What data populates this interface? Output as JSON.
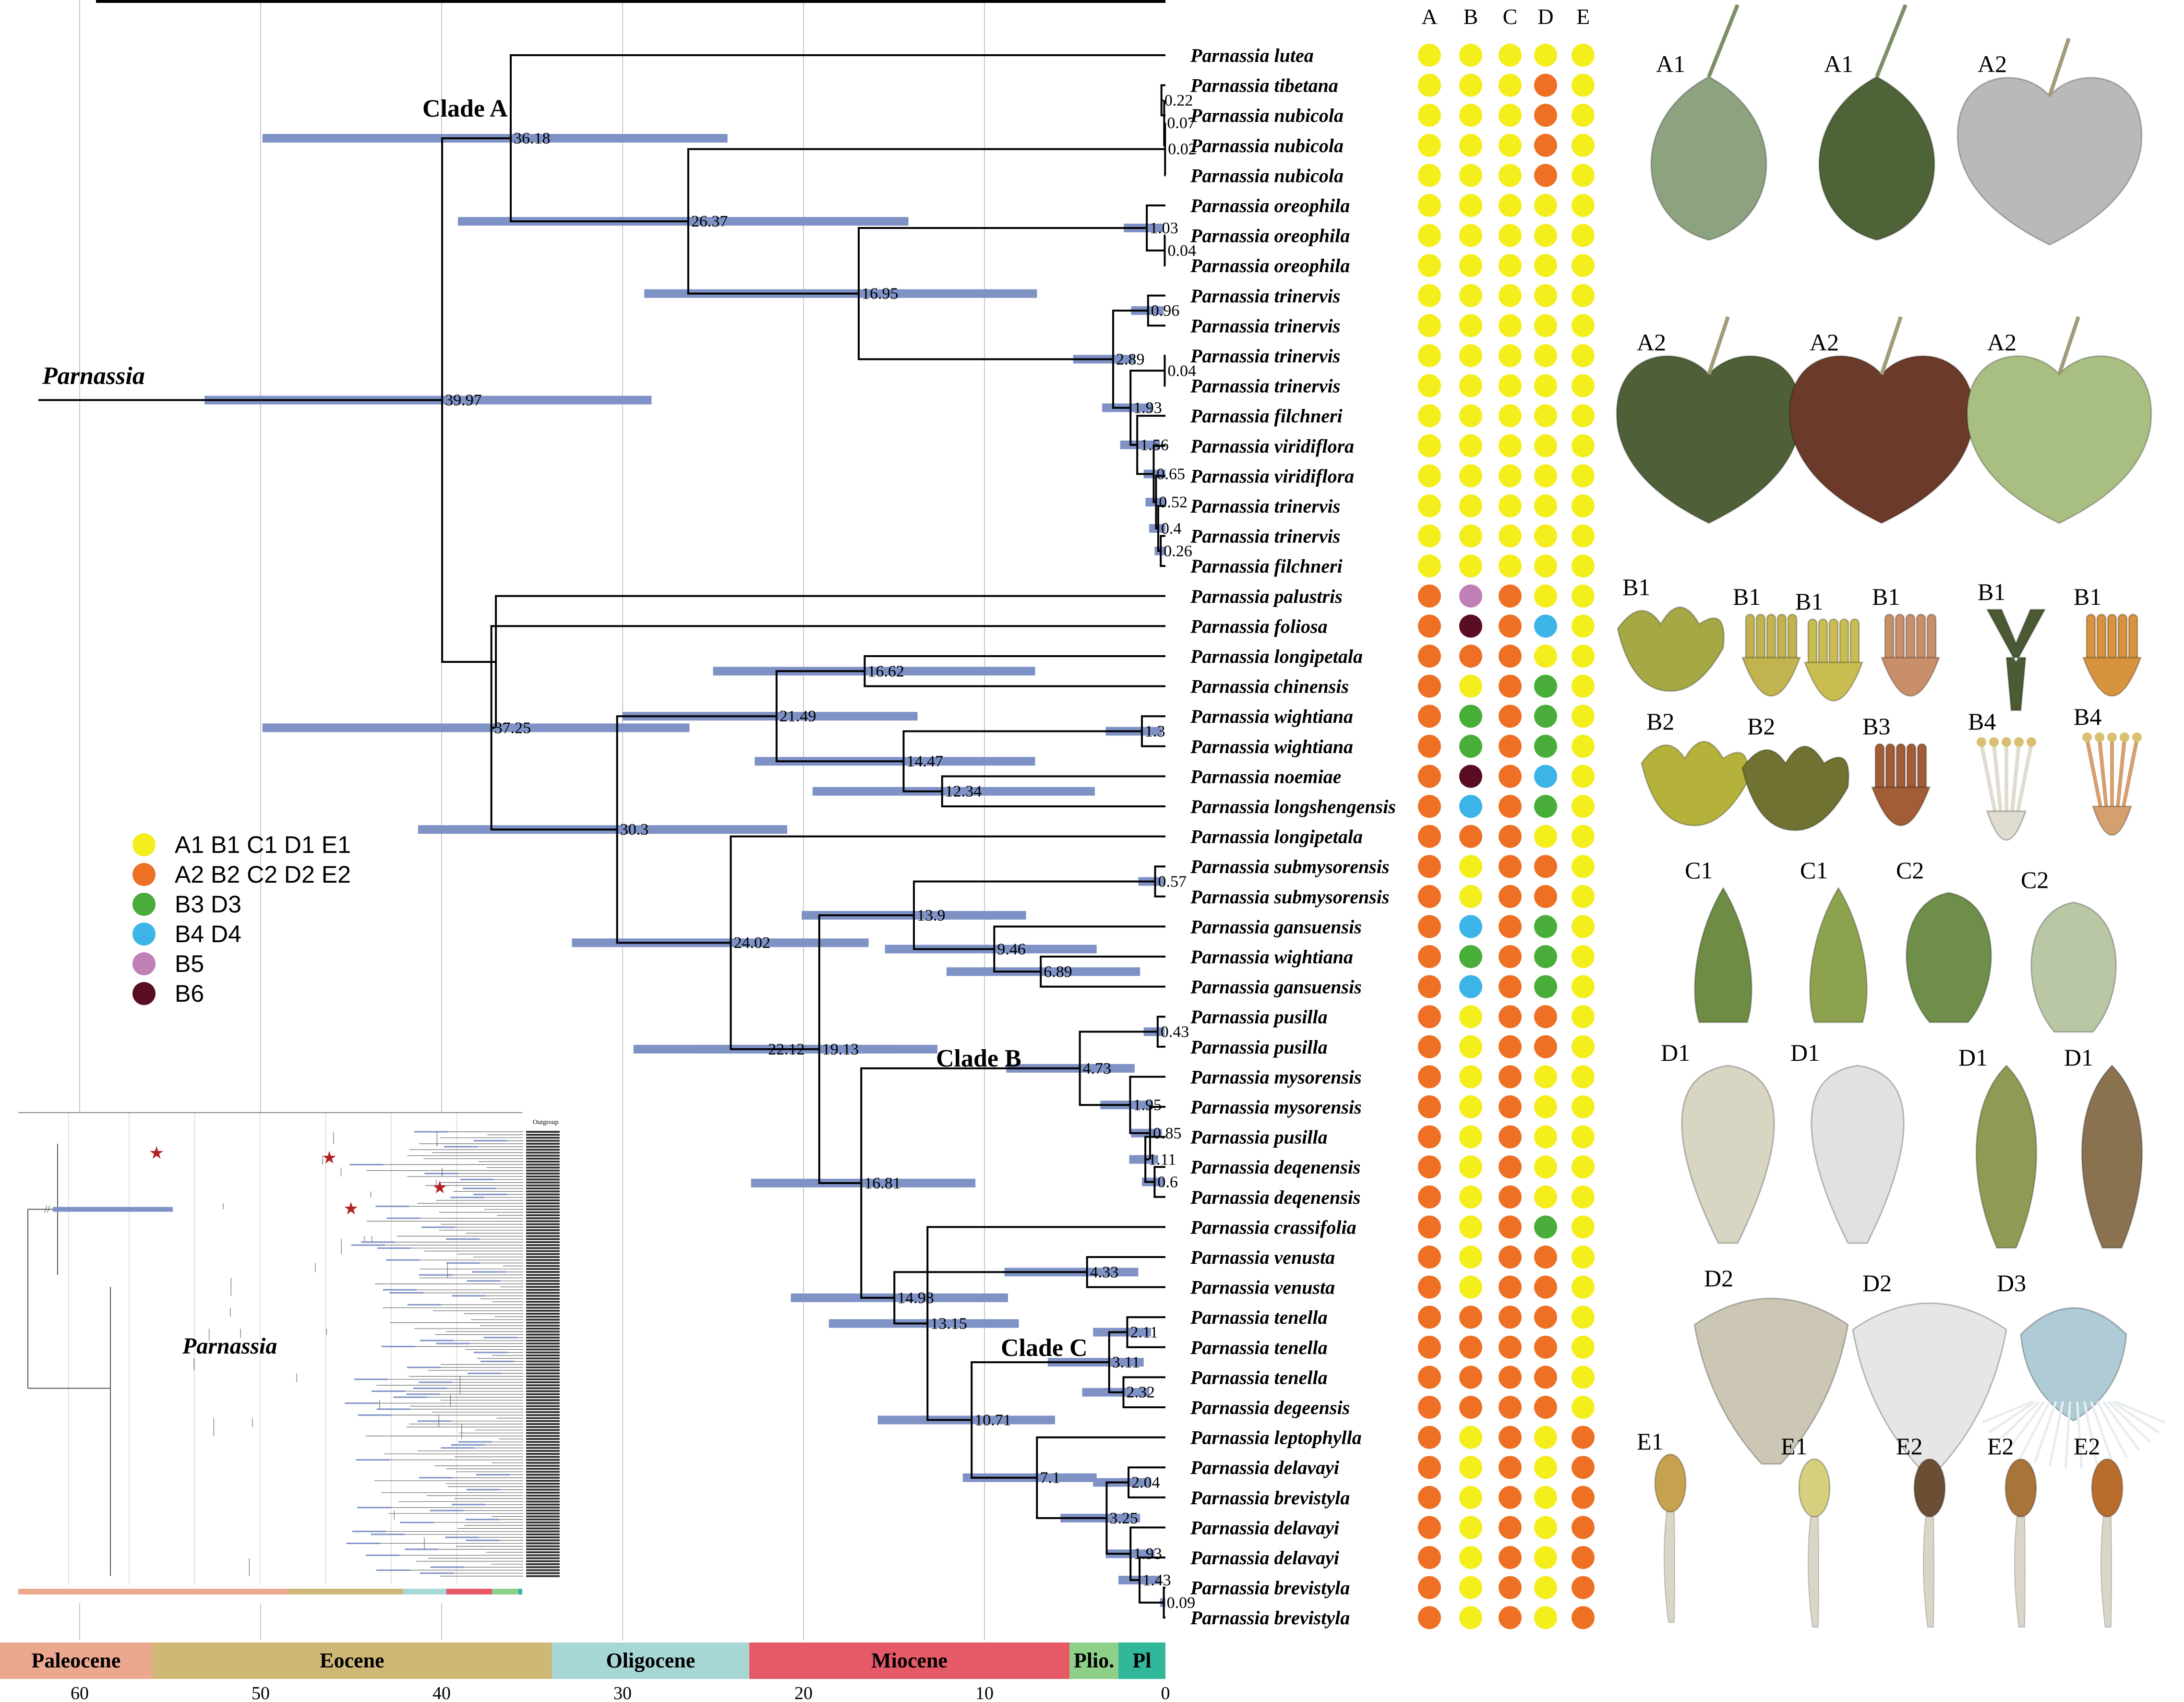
{
  "clade_labels": {
    "root": "Parnassia",
    "a": "Clade A",
    "b": "Clade B",
    "c": "Clade C"
  },
  "node_ages": {
    "root": "39.97",
    "a_root": "36.18",
    "n2637": "26.37",
    "n1695": "16.95",
    "n096": "0.96",
    "n289": "2.89",
    "n004b": "0.04",
    "n193a": "1.93",
    "n156": "1.56",
    "n065": "0.65",
    "n052": "0.52",
    "n04": "0.4",
    "n026": "0.26",
    "n103": "1.03",
    "n004a": "0.04",
    "n022": "0.22",
    "n007": "0.07",
    "n002": "0.02",
    "b_root": "37.25",
    "n303": "30.3",
    "n2149": "21.49",
    "n1662": "16.62",
    "n13": "1.3",
    "n1447": "14.47",
    "n1234": "12.34",
    "n2402": "24.02",
    "n2212": "22.12",
    "n139": "13.9",
    "n057": "0.57",
    "n946": "9.46",
    "n689": "6.89",
    "n1913": "19.13",
    "n473": "4.73",
    "n043": "0.43",
    "n195": "1.95",
    "n085": "0.85",
    "n111": "1.11",
    "n06": "0.6",
    "n1681": "16.81",
    "n1498": "14.98",
    "n433": "4.33",
    "n1315": "13.15",
    "n1071": "10.71",
    "n211": "2.11",
    "n311": "3.11",
    "n232": "2.32",
    "n71": "7.1",
    "n204": "2.04",
    "n325": "3.25",
    "n193b": "1.93",
    "n143": "1.43",
    "n009": "0.09"
  },
  "taxa": [
    "Parnassia lutea",
    "Parnassia tibetana",
    "Parnassia nubicola",
    "Parnassia nubicola",
    "Parnassia nubicola",
    "Parnassia oreophila",
    "Parnassia oreophila",
    "Parnassia oreophila",
    "Parnassia trinervis",
    "Parnassia trinervis",
    "Parnassia trinervis",
    "Parnassia trinervis",
    "Parnassia filchneri",
    "Parnassia viridiflora",
    "Parnassia viridiflora",
    "Parnassia trinervis",
    "Parnassia trinervis",
    "Parnassia filchneri",
    "Parnassia palustris",
    "Parnassia foliosa",
    "Parnassia longipetala",
    "Parnassia chinensis",
    "Parnassia wightiana",
    "Parnassia wightiana",
    "Parnassia noemiae",
    "Parnassia longshengensis",
    "Parnassia longipetala",
    "Parnassia submysorensis",
    "Parnassia submysorensis",
    "Parnassia gansuensis",
    "Parnassia wightiana",
    "Parnassia gansuensis",
    "Parnassia pusilla",
    "Parnassia pusilla",
    "Parnassia mysorensis",
    "Parnassia mysorensis",
    "Parnassia pusilla",
    "Parnassia deqenensis",
    "Parnassia deqenensis",
    "Parnassia crassifolia",
    "Parnassia venusta",
    "Parnassia venusta",
    "Parnassia tenella",
    "Parnassia tenella",
    "Parnassia tenella",
    "Parnassia degeensis",
    "Parnassia leptophylla",
    "Parnassia delavayi",
    "Parnassia brevistyla",
    "Parnassia delavayi",
    "Parnassia delavayi",
    "Parnassia brevistyla",
    "Parnassia brevistyla"
  ],
  "trait_columns": [
    "A",
    "B",
    "C",
    "D",
    "E"
  ],
  "trait_states": [
    [
      "y",
      "y",
      "y",
      "y",
      "y"
    ],
    [
      "y",
      "y",
      "y",
      "o",
      "y"
    ],
    [
      "y",
      "y",
      "y",
      "o",
      "y"
    ],
    [
      "y",
      "y",
      "y",
      "o",
      "y"
    ],
    [
      "y",
      "y",
      "y",
      "o",
      "y"
    ],
    [
      "y",
      "y",
      "y",
      "y",
      "y"
    ],
    [
      "y",
      "y",
      "y",
      "y",
      "y"
    ],
    [
      "y",
      "y",
      "y",
      "y",
      "y"
    ],
    [
      "y",
      "y",
      "y",
      "y",
      "y"
    ],
    [
      "y",
      "y",
      "y",
      "y",
      "y"
    ],
    [
      "y",
      "y",
      "y",
      "y",
      "y"
    ],
    [
      "y",
      "y",
      "y",
      "y",
      "y"
    ],
    [
      "y",
      "y",
      "y",
      "y",
      "y"
    ],
    [
      "y",
      "y",
      "y",
      "y",
      "y"
    ],
    [
      "y",
      "y",
      "y",
      "y",
      "y"
    ],
    [
      "y",
      "y",
      "y",
      "y",
      "y"
    ],
    [
      "y",
      "y",
      "y",
      "y",
      "y"
    ],
    [
      "y",
      "y",
      "y",
      "y",
      "y"
    ],
    [
      "o",
      "p",
      "o",
      "y",
      "y"
    ],
    [
      "o",
      "m",
      "o",
      "b",
      "y"
    ],
    [
      "o",
      "o",
      "o",
      "y",
      "y"
    ],
    [
      "o",
      "y",
      "o",
      "g",
      "y"
    ],
    [
      "o",
      "g",
      "o",
      "g",
      "y"
    ],
    [
      "o",
      "g",
      "o",
      "g",
      "y"
    ],
    [
      "o",
      "m",
      "o",
      "b",
      "y"
    ],
    [
      "o",
      "b",
      "o",
      "g",
      "y"
    ],
    [
      "o",
      "o",
      "o",
      "y",
      "y"
    ],
    [
      "o",
      "y",
      "o",
      "o",
      "y"
    ],
    [
      "o",
      "y",
      "o",
      "o",
      "y"
    ],
    [
      "o",
      "b",
      "o",
      "g",
      "y"
    ],
    [
      "o",
      "g",
      "o",
      "g",
      "y"
    ],
    [
      "o",
      "b",
      "o",
      "g",
      "y"
    ],
    [
      "o",
      "y",
      "o",
      "o",
      "y"
    ],
    [
      "o",
      "y",
      "o",
      "o",
      "y"
    ],
    [
      "o",
      "y",
      "o",
      "y",
      "y"
    ],
    [
      "o",
      "y",
      "o",
      "y",
      "y"
    ],
    [
      "o",
      "y",
      "o",
      "y",
      "y"
    ],
    [
      "o",
      "y",
      "o",
      "y",
      "y"
    ],
    [
      "o",
      "y",
      "o",
      "y",
      "y"
    ],
    [
      "o",
      "y",
      "o",
      "g",
      "y"
    ],
    [
      "o",
      "y",
      "o",
      "o",
      "y"
    ],
    [
      "o",
      "y",
      "o",
      "o",
      "y"
    ],
    [
      "o",
      "o",
      "o",
      "o",
      "y"
    ],
    [
      "o",
      "o",
      "o",
      "o",
      "y"
    ],
    [
      "o",
      "o",
      "o",
      "o",
      "y"
    ],
    [
      "o",
      "o",
      "o",
      "o",
      "y"
    ],
    [
      "o",
      "y",
      "o",
      "y",
      "o"
    ],
    [
      "o",
      "y",
      "o",
      "y",
      "o"
    ],
    [
      "o",
      "y",
      "o",
      "y",
      "o"
    ],
    [
      "o",
      "y",
      "o",
      "y",
      "o"
    ],
    [
      "o",
      "y",
      "o",
      "y",
      "o"
    ],
    [
      "o",
      "y",
      "o",
      "y",
      "o"
    ],
    [
      "o",
      "y",
      "o",
      "y",
      "o"
    ]
  ],
  "state_colors": {
    "y": "#f4ee1c",
    "o": "#ee7024",
    "g": "#49ad3a",
    "b": "#3db4e7",
    "p": "#c17fb8",
    "m": "#5a0d22"
  },
  "legend": [
    {
      "state": "y",
      "label": "A1 B1 C1 D1 E1"
    },
    {
      "state": "o",
      "label": "A2 B2 C2 D2 E2"
    },
    {
      "state": "g",
      "label": "B3 D3"
    },
    {
      "state": "b",
      "label": "B4 D4"
    },
    {
      "state": "p",
      "label": "B5"
    },
    {
      "state": "m",
      "label": "B6"
    }
  ],
  "timescale": {
    "epochs": [
      {
        "name": "Paleocene",
        "start": 66,
        "end": 56,
        "color": "#eca78f"
      },
      {
        "name": "Eocene",
        "start": 56,
        "end": 33.9,
        "color": "#cfb876"
      },
      {
        "name": "Oligocene",
        "start": 33.9,
        "end": 23,
        "color": "#a7d7d5"
      },
      {
        "name": "Miocene",
        "start": 23,
        "end": 5.3,
        "color": "#e65a68"
      },
      {
        "name": "Plio.",
        "start": 5.3,
        "end": 2.6,
        "color": "#8ed08a"
      },
      {
        "name": "Pl",
        "start": 2.6,
        "end": 0,
        "color": "#33b79b"
      }
    ],
    "ticks": [
      "60",
      "50",
      "40",
      "30",
      "20",
      "10",
      "0"
    ]
  },
  "photo_panels": [
    {
      "id": "A1a",
      "label": "A1",
      "kind": "leaf",
      "fill": "#8da27f"
    },
    {
      "id": "A1b",
      "label": "A1",
      "kind": "leaf",
      "fill": "#4f6338"
    },
    {
      "id": "A2a",
      "label": "A2",
      "kind": "heart",
      "fill": "#b9bab7"
    },
    {
      "id": "A2b",
      "label": "A2",
      "kind": "heart",
      "fill": "#4f6038"
    },
    {
      "id": "A2c",
      "label": "A2",
      "kind": "heart",
      "fill": "#6c3a2a"
    },
    {
      "id": "A2d",
      "label": "A2",
      "kind": "heart",
      "fill": "#a9bf82"
    },
    {
      "id": "B1a",
      "label": "B1",
      "kind": "staminode",
      "fill": "#a5a845"
    },
    {
      "id": "B1b",
      "label": "B1",
      "kind": "fingers",
      "fill": "#c1b44e"
    },
    {
      "id": "B1c",
      "label": "B1",
      "kind": "fingers",
      "fill": "#c9bd52"
    },
    {
      "id": "B1d",
      "label": "B1",
      "kind": "fingers",
      "fill": "#c98e6a"
    },
    {
      "id": "B1e",
      "label": "B1",
      "kind": "fork",
      "fill": "#4b5a34"
    },
    {
      "id": "B1f",
      "label": "B1",
      "kind": "fingers",
      "fill": "#d8933e"
    },
    {
      "id": "B2a",
      "label": "B2",
      "kind": "staminode",
      "fill": "#b5b23c"
    },
    {
      "id": "B2b",
      "label": "B2",
      "kind": "staminode",
      "fill": "#6f7230"
    },
    {
      "id": "B3",
      "label": "B3",
      "kind": "fingers",
      "fill": "#a25c36"
    },
    {
      "id": "B4a",
      "label": "B4",
      "kind": "stalks",
      "fill": "#e0dcd0"
    },
    {
      "id": "B4b",
      "label": "B4",
      "kind": "stalks",
      "fill": "#d4a070"
    },
    {
      "id": "C1a",
      "label": "C1",
      "kind": "sepal",
      "fill": "#6f8c45"
    },
    {
      "id": "C1b",
      "label": "C1",
      "kind": "sepal",
      "fill": "#8da24f"
    },
    {
      "id": "C2a",
      "label": "C2",
      "kind": "roundsepal",
      "fill": "#6e8e4a"
    },
    {
      "id": "C2b",
      "label": "C2",
      "kind": "roundsepal",
      "fill": "#bac7a5"
    },
    {
      "id": "D1a",
      "label": "D1",
      "kind": "petal",
      "fill": "#d8d6c2"
    },
    {
      "id": "D1b",
      "label": "D1",
      "kind": "petal",
      "fill": "#e1e0e2"
    },
    {
      "id": "D1c",
      "label": "D1",
      "kind": "slimpetal",
      "fill": "#8f9a54"
    },
    {
      "id": "D1d",
      "label": "D1",
      "kind": "slimpetal",
      "fill": "#8a7150"
    },
    {
      "id": "D2a",
      "label": "D2",
      "kind": "fanpetal",
      "fill": "#cbc7b4"
    },
    {
      "id": "D2b",
      "label": "D2",
      "kind": "fanpetal",
      "fill": "#e6e6e4"
    },
    {
      "id": "D3",
      "label": "D3",
      "kind": "fringed",
      "fill": "#aecbd6"
    },
    {
      "id": "E1a",
      "label": "E1",
      "kind": "stamen",
      "fill": "#c6a24e"
    },
    {
      "id": "E1b",
      "label": "E1",
      "kind": "stamen",
      "fill": "#d6cf7e"
    },
    {
      "id": "E2a",
      "label": "E2",
      "kind": "stamen",
      "fill": "#6a4f35"
    },
    {
      "id": "E2b",
      "label": "E2",
      "kind": "stamen",
      "fill": "#a8743a"
    },
    {
      "id": "E2c",
      "label": "E2",
      "kind": "stamen",
      "fill": "#b86d2c"
    }
  ],
  "inset": {
    "outgroup_label": "Outgroup",
    "genus_label": "Parnassia",
    "leaf_count": 150,
    "outgroup_count": 48,
    "calibration_marks": 4
  }
}
